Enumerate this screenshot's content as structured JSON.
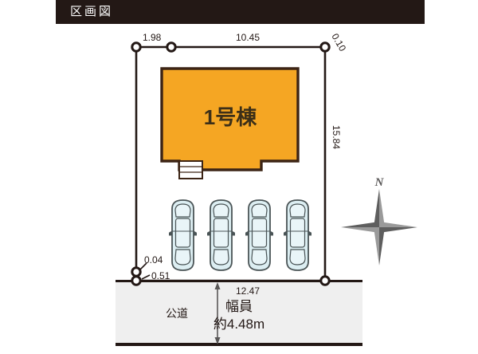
{
  "header": {
    "title": "区画図"
  },
  "plan": {
    "building": {
      "label": "1号棟",
      "fill_color": "#F5A623",
      "stroke_color": "#3C2415"
    },
    "parking": {
      "car_count": 4,
      "car_fill_color": "#DCEEF2",
      "car_stroke_color": "#4A5456"
    },
    "road": {
      "label": "公道",
      "width_label_line1": "幅員",
      "width_label_line2": "約4.48m",
      "fill_color": "#EFEFEF"
    },
    "compass": {
      "north_label": "N",
      "color": "#6E6E6E"
    },
    "dimensions": {
      "top_left": "1.98",
      "top_main": "10.45",
      "top_right_rotated": "0.10",
      "right_side_rotated": "15.84",
      "bottom_left_upper": "0.04",
      "bottom_left_lower": "0.51",
      "bottom_main": "12.47"
    }
  }
}
